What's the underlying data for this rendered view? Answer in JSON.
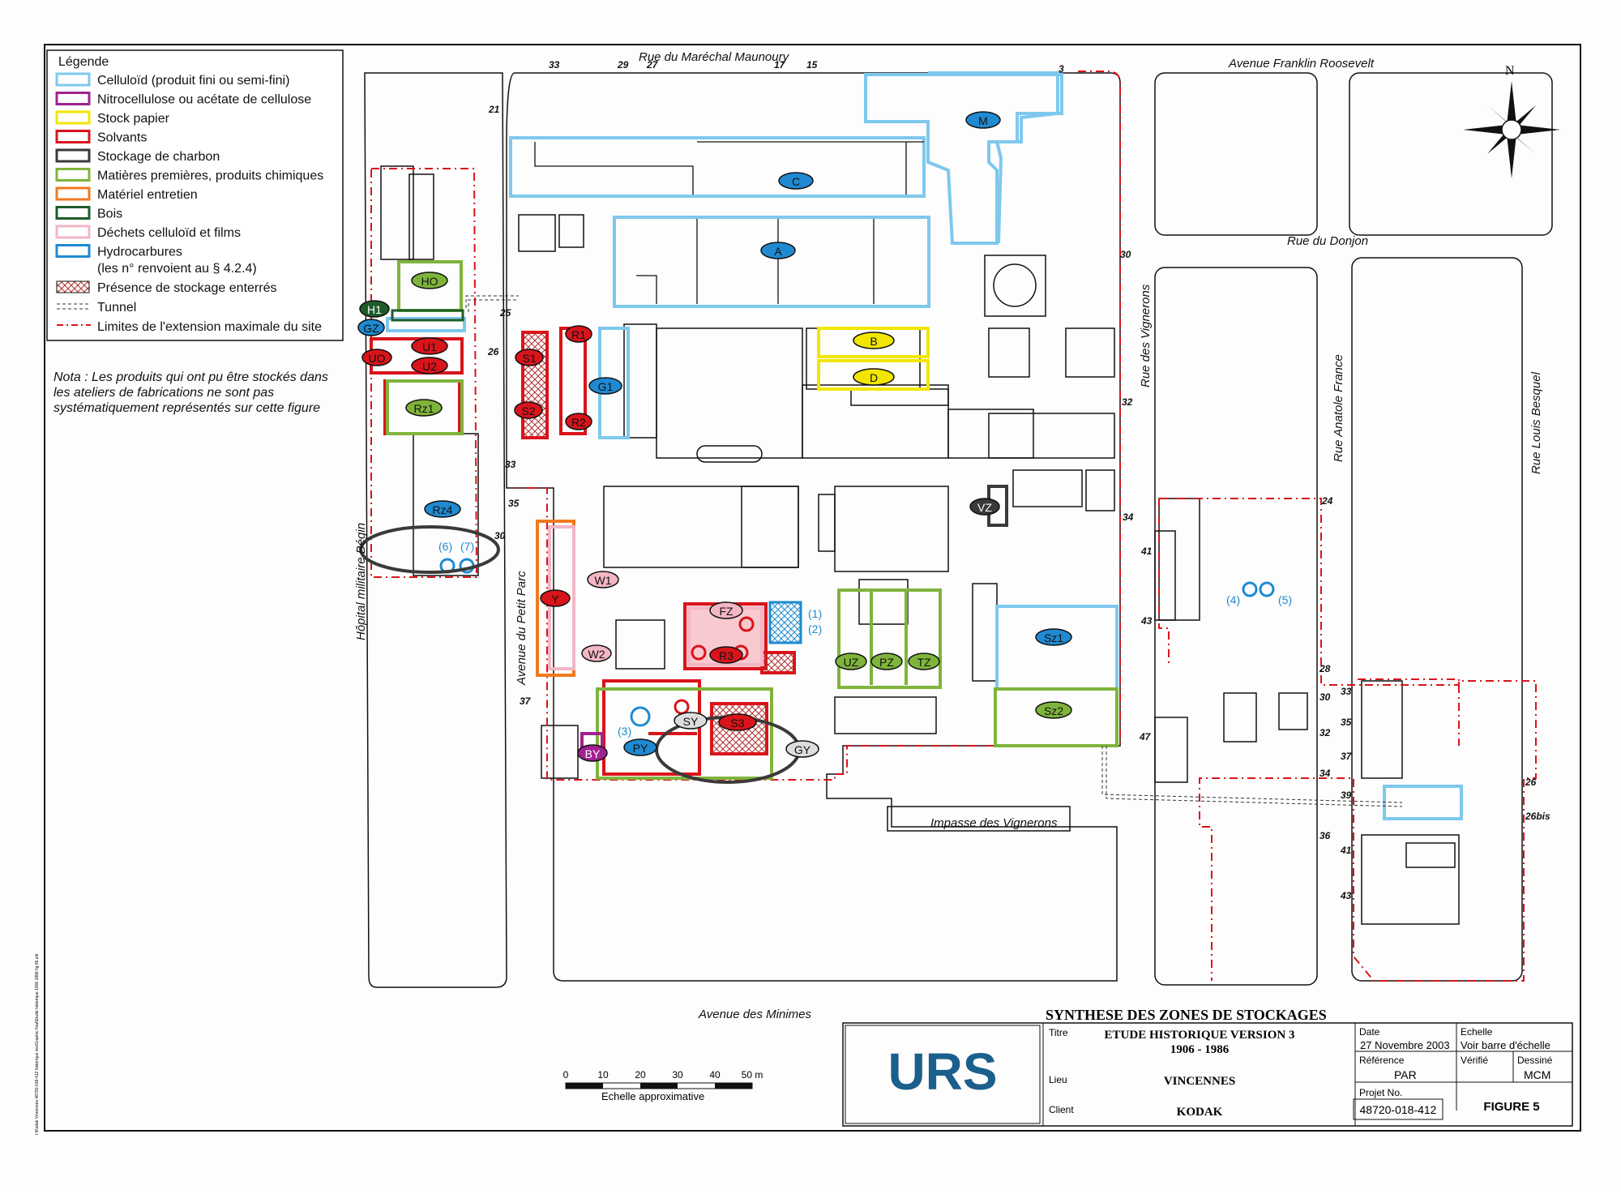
{
  "legend": {
    "title": "Légende",
    "items": [
      {
        "label": "Celluloïd (produit fini ou semi-fini)",
        "color": "#7ec8ee"
      },
      {
        "label": "Nitrocellulose ou acétate de cellulose",
        "color": "#a0228f"
      },
      {
        "label": "Stock papier",
        "color": "#f2e600"
      },
      {
        "label": "Solvants",
        "color": "#d9141b"
      },
      {
        "label": "Stockage de charbon",
        "color": "#3a3a3a"
      },
      {
        "label": "Matières premières, produits chimiques",
        "color": "#7fb43c"
      },
      {
        "label": "Matériel entretien",
        "color": "#f07a20"
      },
      {
        "label": "Bois",
        "color": "#1d5c2a"
      },
      {
        "label": "Déchets celluloïd et films",
        "color": "#f4b6c4"
      },
      {
        "label": "Hydrocarbures",
        "color": "#1f8ad1"
      }
    ],
    "hydro_note": "(les n° renvoient au § 4.2.4)",
    "underground": "Présence de stockage enterrés",
    "tunnel": "Tunnel",
    "limits": "Limites de l'extension maximale du site"
  },
  "nota": {
    "line1": "Nota : Les produits qui ont pu être stockés dans",
    "line2": "les ateliers de fabrications ne sont pas",
    "line3": "systématiquement représentés sur cette figure"
  },
  "streets": {
    "marechal": "Rue du Maréchal Maunoury",
    "roosevelt": "Avenue Franklin Roosevelt",
    "donjon": "Rue du Donjon",
    "vignerons": "Rue des Vignerons",
    "anatole": "Rue Anatole France",
    "besquel": "Rue Louis Besquel",
    "begin": "Hôpital militaire Bégin",
    "petit_parc": "Avenue du Petit Parc",
    "impasse": "Impasse des Vignerons",
    "minimes": "Avenue des Minimes"
  },
  "numbers": {
    "n33a": "33",
    "n29": "29",
    "n27": "27",
    "n17": "17",
    "n15": "15",
    "n3": "3",
    "n21": "21",
    "n25": "25",
    "n26": "26",
    "n33b": "33",
    "n35": "35",
    "n30a": "30",
    "n37a": "37",
    "n30b": "30",
    "n32a": "32",
    "n34a": "34",
    "n24": "24",
    "n41a": "41",
    "n43a": "43",
    "n47": "47",
    "n28": "28",
    "n33c": "33",
    "n30c": "30",
    "n35b": "35",
    "n32b": "32",
    "n37b": "37",
    "n34b": "34",
    "n39": "39",
    "n36": "36",
    "n41b": "41",
    "n43b": "43",
    "n26b": "26",
    "n26bis": "26bis"
  },
  "zones": {
    "M": "M",
    "C": "C",
    "A": "A",
    "B": "B",
    "D": "D",
    "G1": "G1",
    "R1": "R1",
    "R2": "R2",
    "S1": "S1",
    "S2": "S2",
    "S3": "S3",
    "R3": "R3",
    "HO": "HO",
    "H1": "H1",
    "GZ": "GZ",
    "U1": "U1",
    "U2": "U2",
    "UO": "UO",
    "Rz1": "Rz1",
    "Rz4": "Rz4",
    "VZ": "VZ",
    "FZ": "FZ",
    "W1": "W1",
    "W2": "W2",
    "Y": "Y",
    "UZ": "UZ",
    "PZ": "PZ",
    "TZ": "TZ",
    "Sz1": "Sz1",
    "Sz2": "Sz2",
    "SY": "SY",
    "GY": "GY",
    "PY": "PY",
    "BY": "BY"
  },
  "refs": {
    "r1": "(1)",
    "r2": "(2)",
    "r3": "(3)",
    "r4": "(4)",
    "r5": "(5)",
    "r6": "(6)",
    "r7": "(7)"
  },
  "compass": {
    "north": "N"
  },
  "scale": {
    "ticks": [
      "0",
      "10",
      "20",
      "30",
      "40",
      "50 m"
    ],
    "caption": "Echelle approximative"
  },
  "titleblock": {
    "heading": "SYNTHESE DES ZONES DE STOCKAGES",
    "logo": "URS",
    "titre_label": "Titre",
    "titre": "ETUDE HISTORIQUE VERSION 3",
    "years": "1906 - 1986",
    "lieu_label": "Lieu",
    "lieu": "VINCENNES",
    "client_label": "Client",
    "client": "KODAK",
    "date_label": "Date",
    "date": "27 Novembre 2003",
    "echelle_label": "Echelle",
    "echelle": "Voir barre d'échelle",
    "reference_label": "Référence",
    "reference": "PAR",
    "verifie_label": "Vérifié",
    "verifie": "",
    "dessine_label": "Dessiné",
    "dessine": "MCM",
    "projet_label": "Projet No.",
    "projet": "48720-018-412",
    "figure": "FIGURE 5"
  },
  "margin_note": "I:\\Kodak Vincennes 48720-018-412 historique rev\\Graphic final\\Etude historique 1906 1986 fig 05.cdr"
}
